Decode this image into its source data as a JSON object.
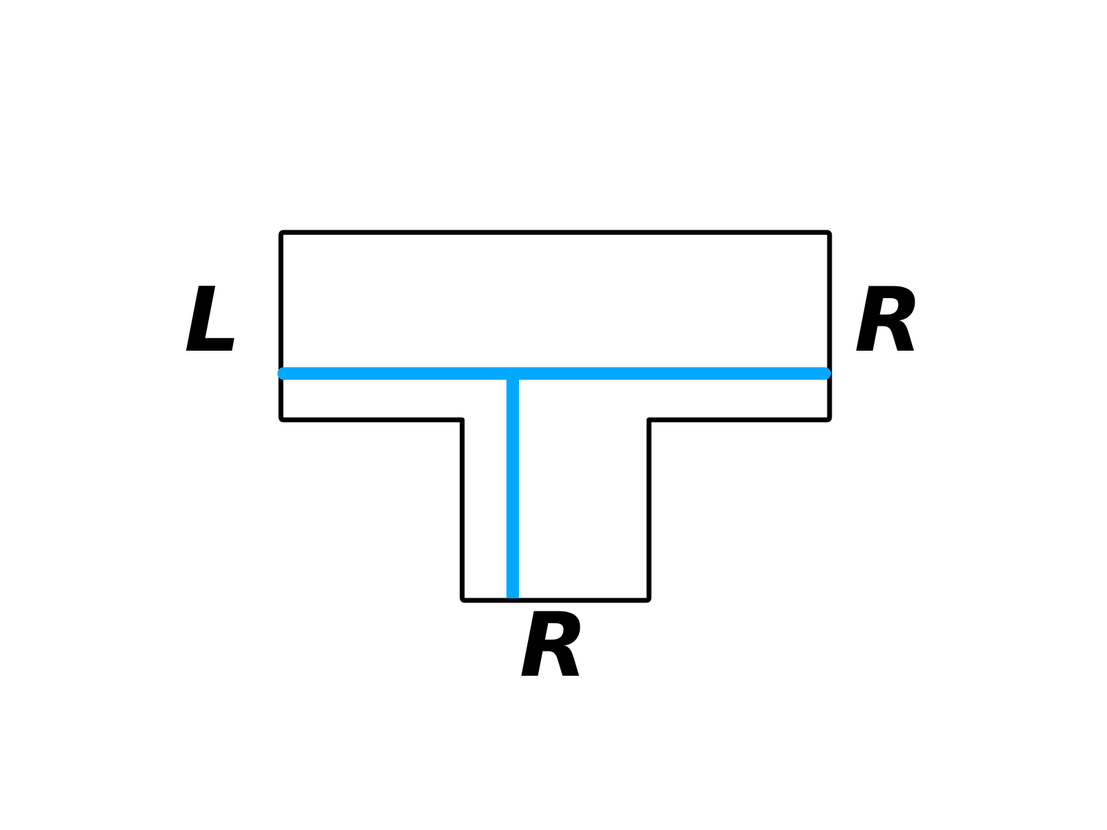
{
  "diagram": {
    "labels": {
      "left": "L",
      "right": "R",
      "bottom": "R"
    },
    "colors": {
      "outline": "#000000",
      "channel": "#00a8ff",
      "background": "#ffffff"
    }
  }
}
